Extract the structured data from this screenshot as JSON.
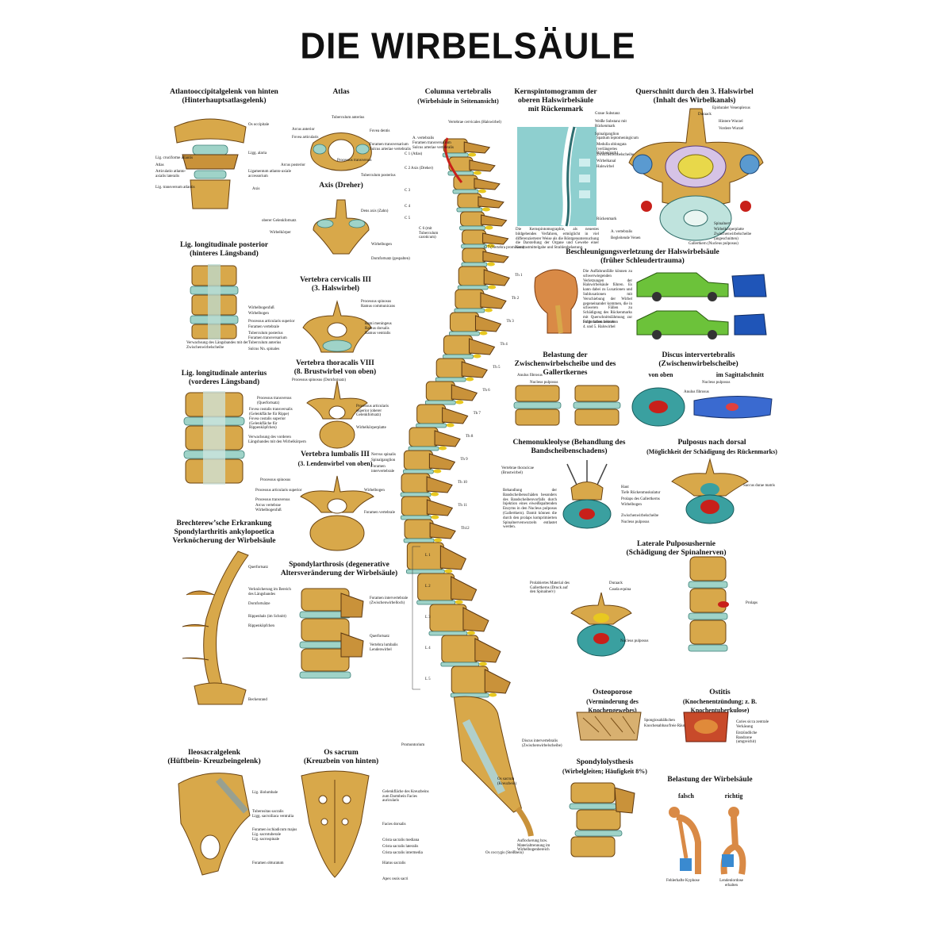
{
  "title": "DIE WIRBELSÄULE",
  "sections": {
    "atlanto": {
      "title": "Atlantooccipitalgelenk von hinten",
      "subtitle": "(Hinterhauptsatlasgelenk)",
      "labels": [
        "Os occipitale",
        "Lig. cruciforme atlantis",
        "Ligg. alaria",
        "Atlas",
        "Articulatio atlanto-axialis lateralis",
        "Ligamentum atlanto-axiale accessorium",
        "Lig. transversum atlantis",
        "Axis"
      ]
    },
    "atlas": {
      "title": "Atlas",
      "labels": [
        "Tuberculum anterius",
        "Arcus anterior",
        "Fovea dentis",
        "Fovea articularis",
        "Foramen transversarium",
        "Sulcus arteriae vertebralis",
        "Arcus posterior",
        "Processus transversus",
        "Tuberculum posterius"
      ]
    },
    "axis": {
      "title": "Axis (Dreher)",
      "labels": [
        "Dens axis (Zahn)",
        "oberer Gelenkfortsatz",
        "Wirbelkörper",
        "Wirbelbogen",
        "Dornfortsatz (gespalten)"
      ]
    },
    "column": {
      "title": "Columna vertebralis",
      "subtitle": "(Wirbelsäule in Seitenansicht)",
      "left_labels": [
        "A. vertebralis",
        "Foramen transversarium",
        "Sulcus arteriae vertebralis",
        "C 1 (Atlas)",
        "C 2 Axis (Dreher)",
        "C 3",
        "C 4",
        "C 5",
        "C 6 (mit Tuberculum caroticum)",
        "C 7 (Vertebra prominens)"
      ],
      "top_label": "Vertebrae cervicales (Halswirbel)",
      "thoracic": [
        "Th 1",
        "Th 2",
        "Th 3",
        "Th 4",
        "Th 5",
        "Th 6",
        "Th 7",
        "Th 8",
        "Th 9",
        "Th 10",
        "Th 11",
        "Th12"
      ],
      "lumbar": [
        "L 1",
        "L 2",
        "L 3",
        "L 4",
        "L 5"
      ],
      "other_labels": [
        "Rami meningeus",
        "Ramus dorsalis",
        "Ramus ventralis",
        "Nervus spinalis",
        "Spinalganglion",
        "Foramen intervertebrale",
        "Vertebrae thoracicae (Brustwirbel)",
        "Promontorium",
        "Discus intervertebralis (Zwischenwirbelscheibe)",
        "Os sacrum (Kreuzbein)",
        "Os coccygis (Steißbein)"
      ]
    },
    "mrt": {
      "title": "Kernspintomogramm der oberen Halswirbelsäule mit Rückenmark",
      "labels": [
        "Spatium leptomeningicum",
        "Medulla oblongata (verlängertes Rückenmark)",
        "Zwischenwirbelscheibe",
        "Wirbelkanal",
        "Halswirbel",
        "Rückenmark"
      ],
      "caption": "Die Kernspintomographie, als neuestes bildgebendes Verfahren, ermöglicht in viel differenzierterer Weise als die Röntgenuntersuchung die Darstellung der Organe und Gewebe einer Kontrastmittelgabe und Strahlenbelastung."
    },
    "cross": {
      "title": "Querschnitt durch den 3. Halswirbel",
      "subtitle": "(Inhalt des Wirbelkanals)",
      "labels": [
        "Graue Substanz",
        "Weiße Substanz mit Rückenmark",
        "Spinalganglion",
        "Epiduraler Venenplexus",
        "Duraack",
        "Hintere Wurzel",
        "Vordere Wurzel",
        "A. vertebralis",
        "Begleitende Venen",
        "Spinalnerv",
        "Wirbelkörperplatte",
        "Zwischenwirbelscheibe (angeschnitten)",
        "Gallertkern (Nucleus pulposus)"
      ]
    },
    "lig_post": {
      "title": "Lig. longitudinale posterior",
      "subtitle": "(hinteres Längsband)",
      "labels": [
        "Wirbelbogenfuß",
        "Wirbelbogen",
        "Verwachsung des Längsbandes mit der Zwischenwirbelscheibe"
      ]
    },
    "cervicalis": {
      "title": "Vertebra cervicalis III",
      "subtitle": "(3. Halswirbel)",
      "labels": [
        "Processus spinosus",
        "Ramus communicans",
        "Processus articularis superior",
        "Foramen vertebrale",
        "Tuberculum posterius",
        "Foramen transversarium",
        "Tuberculum anterius",
        "Sulcus Nn. spinales"
      ]
    },
    "lig_ant": {
      "title": "Lig. longitudinale anterius",
      "subtitle": "(vorderes Längsband)",
      "labels": [
        "Verwachsung des vorderen Längsbandes mit den Wirbelkörpern"
      ]
    },
    "thoracis": {
      "title": "Vertebra thoracalis VIII",
      "subtitle": "(8. Brustwirbel von oben)",
      "labels": [
        "Processus spinosus (Dornfortsatz)",
        "Processus transversus (Querfortsatz)",
        "Fovea costalis transversalis (Gelenkfläche für Rippe)",
        "Fovea costalis superior (Gelenkfläche für Rippenköpfchen)",
        "Processus articularis superior (oberer Gelenkfortsatz)",
        "Wirbelkörperplatte"
      ]
    },
    "lumbalis": {
      "title": "Vertebra lumbalis III",
      "subtitle": "(3. Lendenwirbel von oben)",
      "labels": [
        "Processus spinosus",
        "Processus articularis superior",
        "Wirbelbogen",
        "Processus transversus",
        "Arcus vertebrae",
        "Wirbelbogenfuß",
        "Foramen vertebrale"
      ]
    },
    "bechterew": {
      "title": "Brechterew’sche Erkrankung Spondylarthritis ankylopoetica Verknöcherung der Wirbelsäule",
      "labels": [
        "Querfortsatz",
        "Verknöcherung im Bereich des Längsbandes",
        "Dornfortsätze",
        "Rippenhals (im Schnitt)",
        "Rippenköpfchen",
        "Beckenrand"
      ]
    },
    "spondylarthrosis": {
      "title": "Spondylarthrosis (degenerative Altersveränderung der Wirbelsäule)",
      "labels": [
        "Foramen intervertebrale (Zwischenwirbelloch)",
        "Querfortsatz",
        "Vertebra lumbalis Lendenwirbel"
      ]
    },
    "ileo": {
      "title": "Ileosacralgelenk",
      "subtitle": "(Hüftbein- Kreuzbeingelenk)",
      "labels": [
        "Lig. iliolumbale",
        "Tuberositas sacralis",
        "Ligg. sacroiliaca ventralia",
        "Foramen ischiadicum majus",
        "Lig. sacrotuberale",
        "Lig. sacrospinale",
        "Foramen obturatum"
      ]
    },
    "sacrum": {
      "title": "Os sacrum",
      "subtitle": "(Kreuzbein von hinten)",
      "labels": [
        "Gelenkfläche des Kreuzbeins zum Darmbein Facies auricularis",
        "Facies dorsalis",
        "Crista sacralis mediana",
        "Crista sacralis lateralis",
        "Crista sacralis intermedia",
        "Hiatus sacralis",
        "Apex ossis sacri"
      ]
    },
    "whiplash": {
      "title": "Beschleunigungsverletzung der Halswirbelsäule",
      "subtitle": "(früher Schleudertrauma)",
      "text": "Die Auffahrunfälle können zu schwerwiegenden Verletzungen der Halswirbelsäule führen. Es kann dabei zu Luxationen und Subluxationen mit Verschiebung der Wirbel gegeneinander kommen, die in schweren Fällen zu Schädigung des Rückenmarks mit Querschnittslähmung zur Folge haben können.",
      "labels": [
        "Subluxation zwischen 4. und 5. Halswirbel"
      ]
    },
    "belastung_zw": {
      "title": "Belastung der Zwischenwirbelscheibe und des Gallertkernes",
      "labels": [
        "Anulus fibrosus",
        "Nucleus pulposus"
      ]
    },
    "discus": {
      "title": "Discus intervertebralis",
      "subtitle": "(Zwischenwirbelscheibe)",
      "left": "von oben",
      "right": "im Sagittalschnitt",
      "labels": [
        "Nucleus pulposus",
        "Anulus fibrosus"
      ]
    },
    "chemo": {
      "title": "Chemonukleolyse (Behandlung des Bandscheibenschadens)",
      "text": "Behandlung der Bandscheibenschäden besonders des Bandscheibenvorfalls durch Injektion eines eiweißspaltenden Enzyms in den Nucleus pulposus (Gallertkern). Damit können die durch den prolaps komprimierten Spinalnervenwurzeln entlastet werden.",
      "labels": [
        "Haut",
        "Tiefe Rückenmuskulatur",
        "Prolaps des Gallertkerns",
        "Wirbelbogen",
        "Zwischenwirbelscheibe",
        "Nucleus pulposus"
      ]
    },
    "pulposus": {
      "title": "Pulposus nach dorsal",
      "subtitle": "(Möglichkeit der Schädigung des Rückenmarks)",
      "labels": [
        "Saccus durae matris"
      ]
    },
    "laterale": {
      "title": "Laterale Pulposushernie",
      "subtitle": "(Schädigung der Spinalnerven)",
      "labels": [
        "Prolabiertes Material des Gallertkerns (Druck auf den Spinalnerv)",
        "Duraack",
        "Cauda equina",
        "Nucleus pulposus",
        "Prolaps"
      ]
    },
    "osteoporose": {
      "title": "Osteoporose",
      "subtitle": "(Verminderung des Knochengewebes)",
      "labels": [
        "Spongiosabälkchen",
        "Knochenabbau/freie Räume"
      ]
    },
    "ostitis": {
      "title": "Ostitis",
      "subtitle": "(Knochenentzündung; z. B. Knochentuberkulose)",
      "labels": [
        "Caries sicca zentrale Verkäsung",
        "Entzündliche Randzone (umgreichit)"
      ]
    },
    "spondylolysthesis": {
      "title": "Spondylolysthesis",
      "subtitle": "(Wirbelgleiten; Häufigkeit 8%)",
      "labels": [
        "Auflockerung bzw. Materialtrennung im Wirbelbogenbereich"
      ]
    },
    "belastung_ws": {
      "title": "Belastung der Wirbelsäule",
      "left": "falsch",
      "right": "richtig",
      "labels": [
        "Fehlerhafte Kyphose",
        "Lendenlordose erhalten"
      ]
    }
  },
  "colors": {
    "bone": "#d8a84a",
    "disc": "#9fd3c8",
    "nerve": "#e8c820",
    "artery": "#c8201a",
    "background": "#ffffff"
  }
}
